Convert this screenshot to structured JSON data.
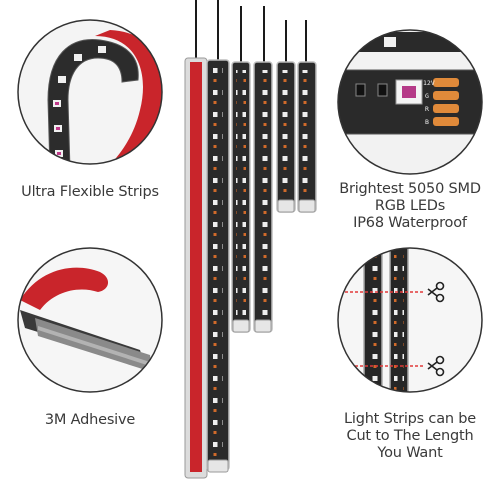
{
  "captions": {
    "flexible": "Ultra Flexible Strips",
    "smd_line1": "Brightest 5050 SMD",
    "smd_line2": "RGB LEDs",
    "smd_line3": "IP68 Waterproof",
    "adhesive": "3M Adhesive",
    "cut_line1": "Light Strips can be",
    "cut_line2": "Cut to The Length",
    "cut_line3": "You Want"
  },
  "pad_labels": [
    "12V",
    "G",
    "R",
    "B"
  ],
  "colors": {
    "strip": "#262626",
    "strip_edge": "#3d3d3d",
    "adhesive_red": "#c9252b",
    "led_white": "#f2f2f2",
    "led_rgb": "#c03a8a",
    "copper": "#e08a3a",
    "cut_line": "#e23a3a",
    "caption": "#3a3a3a",
    "circle_border": "#333333"
  },
  "icons": [
    "scissors-icon",
    "scissors-icon"
  ]
}
